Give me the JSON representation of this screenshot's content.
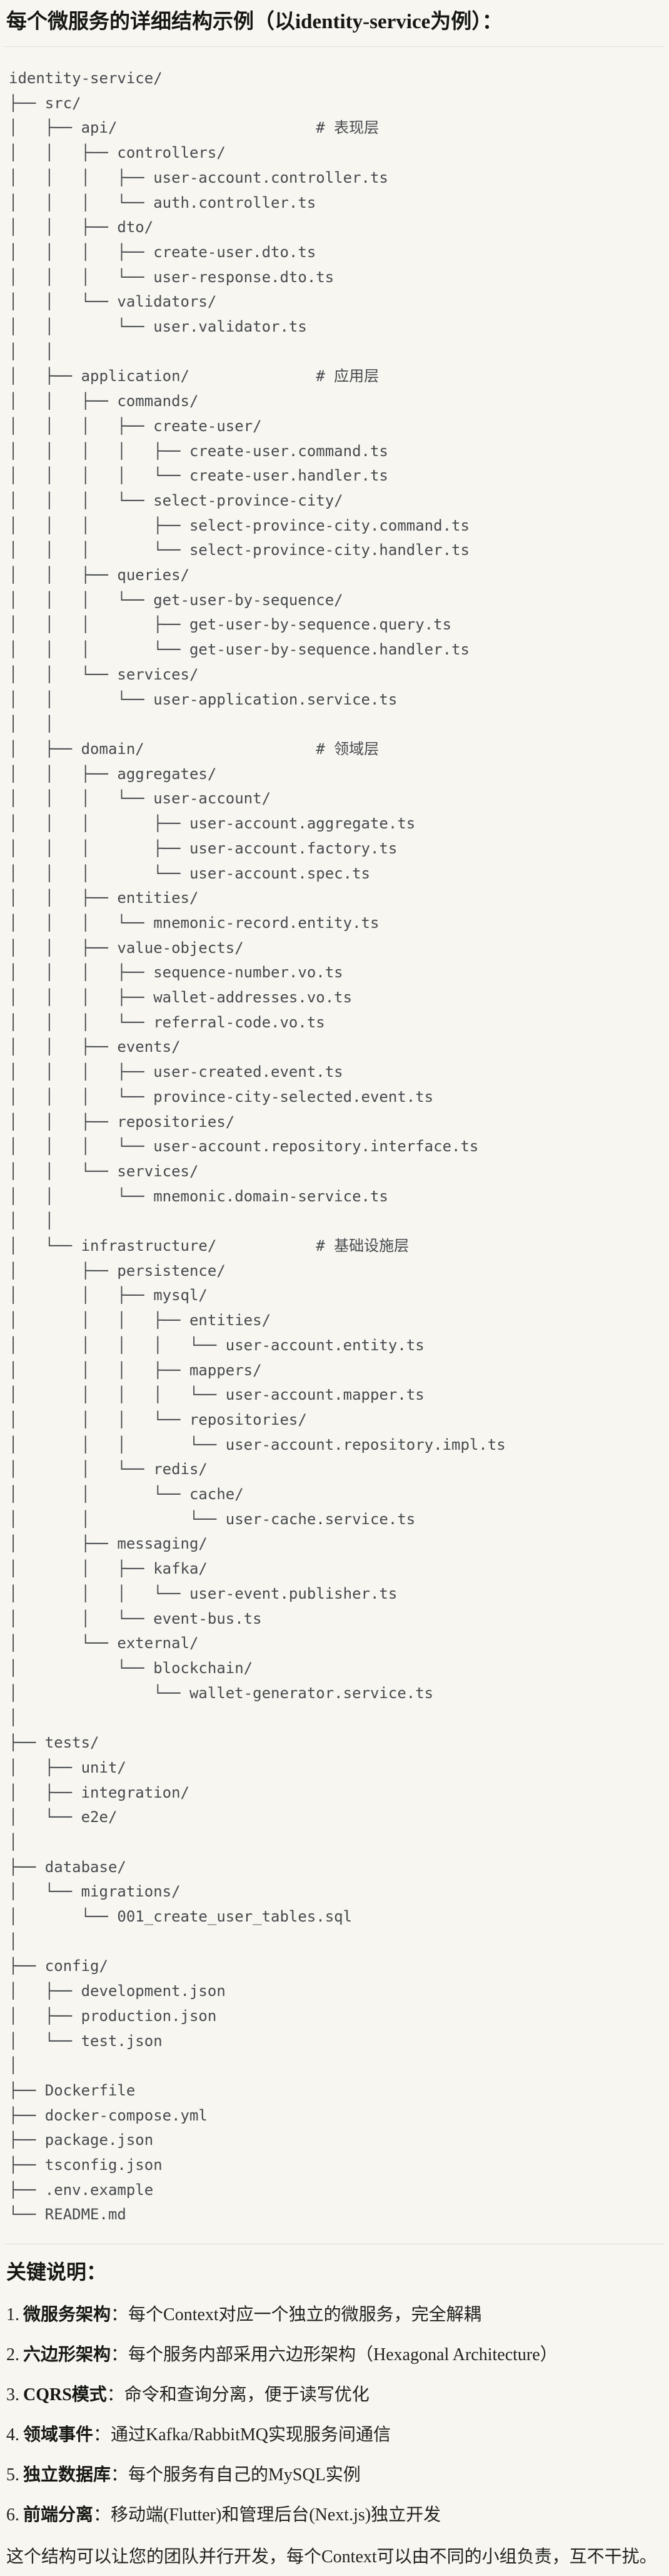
{
  "title": "每个微服务的详细结构示例（以identity-service为例）：",
  "tree": {
    "lines": [
      "identity-service/",
      "├── src/",
      "│   ├── api/                      # 表现层",
      "│   │   ├── controllers/",
      "│   │   │   ├── user-account.controller.ts",
      "│   │   │   └── auth.controller.ts",
      "│   │   ├── dto/",
      "│   │   │   ├── create-user.dto.ts",
      "│   │   │   └── user-response.dto.ts",
      "│   │   └── validators/",
      "│   │       └── user.validator.ts",
      "│   │",
      "│   ├── application/              # 应用层",
      "│   │   ├── commands/",
      "│   │   │   ├── create-user/",
      "│   │   │   │   ├── create-user.command.ts",
      "│   │   │   │   └── create-user.handler.ts",
      "│   │   │   └── select-province-city/",
      "│   │   │       ├── select-province-city.command.ts",
      "│   │   │       └── select-province-city.handler.ts",
      "│   │   ├── queries/",
      "│   │   │   └── get-user-by-sequence/",
      "│   │   │       ├── get-user-by-sequence.query.ts",
      "│   │   │       └── get-user-by-sequence.handler.ts",
      "│   │   └── services/",
      "│   │       └── user-application.service.ts",
      "│   │",
      "│   ├── domain/                   # 领域层",
      "│   │   ├── aggregates/",
      "│   │   │   └── user-account/",
      "│   │   │       ├── user-account.aggregate.ts",
      "│   │   │       ├── user-account.factory.ts",
      "│   │   │       └── user-account.spec.ts",
      "│   │   ├── entities/",
      "│   │   │   └── mnemonic-record.entity.ts",
      "│   │   ├── value-objects/",
      "│   │   │   ├── sequence-number.vo.ts",
      "│   │   │   ├── wallet-addresses.vo.ts",
      "│   │   │   └── referral-code.vo.ts",
      "│   │   ├── events/",
      "│   │   │   ├── user-created.event.ts",
      "│   │   │   └── province-city-selected.event.ts",
      "│   │   ├── repositories/",
      "│   │   │   └── user-account.repository.interface.ts",
      "│   │   └── services/",
      "│   │       └── mnemonic.domain-service.ts",
      "│   │",
      "│   └── infrastructure/           # 基础设施层",
      "│       ├── persistence/",
      "│       │   ├── mysql/",
      "│       │   │   ├── entities/",
      "│       │   │   │   └── user-account.entity.ts",
      "│       │   │   ├── mappers/",
      "│       │   │   │   └── user-account.mapper.ts",
      "│       │   │   └── repositories/",
      "│       │   │       └── user-account.repository.impl.ts",
      "│       │   └── redis/",
      "│       │       └── cache/",
      "│       │           └── user-cache.service.ts",
      "│       ├── messaging/",
      "│       │   ├── kafka/",
      "│       │   │   └── user-event.publisher.ts",
      "│       │   └── event-bus.ts",
      "│       └── external/",
      "│           └── blockchain/",
      "│               └── wallet-generator.service.ts",
      "│",
      "├── tests/",
      "│   ├── unit/",
      "│   ├── integration/",
      "│   └── e2e/",
      "│",
      "├── database/",
      "│   └── migrations/",
      "│       └── 001_create_user_tables.sql",
      "│",
      "├── config/",
      "│   ├── development.json",
      "│   ├── production.json",
      "│   └── test.json",
      "│",
      "├── Dockerfile",
      "├── docker-compose.yml",
      "├── package.json",
      "├── tsconfig.json",
      "├── .env.example",
      "└── README.md"
    ]
  },
  "notes": {
    "heading": "关键说明：",
    "items": [
      {
        "num": "1.",
        "label": "微服务架构",
        "text": "：每个Context对应一个独立的微服务，完全解耦"
      },
      {
        "num": "2.",
        "label": "六边形架构",
        "text": "：每个服务内部采用六边形架构（Hexagonal Architecture）"
      },
      {
        "num": "3.",
        "label": "CQRS模式",
        "text": "：命令和查询分离，便于读写优化"
      },
      {
        "num": "4.",
        "label": "领域事件",
        "text": "：通过Kafka/RabbitMQ实现服务间通信"
      },
      {
        "num": "5.",
        "label": "独立数据库",
        "text": "：每个服务有自己的MySQL实例"
      },
      {
        "num": "6.",
        "label": "前端分离",
        "text": "：移动端(Flutter)和管理后台(Next.js)独立开发"
      }
    ],
    "footer": "这个结构可以让您的团队并行开发，每个Context可以由不同的小组负责，互不干扰。"
  },
  "colors": {
    "page_background": "#F7F6F1",
    "rule": "#DEDCD3",
    "tree_text": "#474A4D",
    "heading_text": "#161614",
    "body_text": "#222220"
  }
}
